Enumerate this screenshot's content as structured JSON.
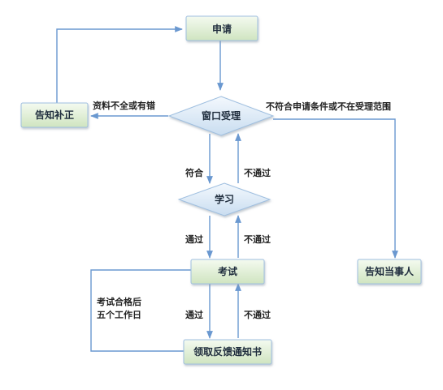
{
  "nodes": {
    "apply": "申请",
    "window": "窗口受理",
    "notify_supplement": "告知补正",
    "notify_party": "告知当事人",
    "study": "学习",
    "exam": "考试",
    "receive_notice": "领取反馈通知书"
  },
  "edges": {
    "materials_incomplete": "资料不全或有错",
    "not_qualified": "不符合申请条件或不在受理范围",
    "qualified": "符合",
    "study_fail": "不通过",
    "study_pass": "通过",
    "exam_fail_up": "不通过",
    "exam_pass": "通过",
    "notice_fail": "不通过"
  },
  "notes": {
    "after_pass_line1": "考试合格后",
    "after_pass_line2": "五个工作日"
  },
  "colors": {
    "edge": "#6a98d0",
    "box_fill_top": "#f3f9ef",
    "box_fill_bottom": "#d3e6c4",
    "box_stroke": "#9fbfe0"
  }
}
